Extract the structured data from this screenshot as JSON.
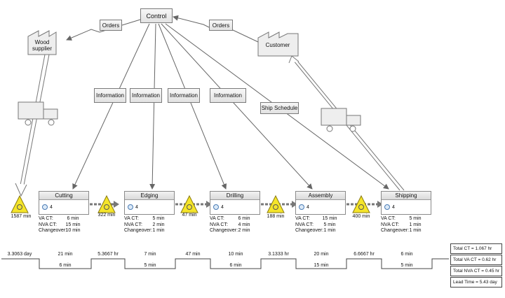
{
  "control": "Control",
  "supplier": "Wood supplier",
  "customer": "Customer",
  "orders": [
    "Orders",
    "Orders"
  ],
  "information": [
    "Information",
    "Information",
    "Information",
    "Information"
  ],
  "ship_schedule": "Ship Schedule",
  "processes": [
    {
      "name": "Cutting",
      "operators": "4",
      "va_label": "VA CT:",
      "va": "6 min",
      "nva_label": "NVA CT:",
      "nva": "15 min",
      "co_label": "Changeover:",
      "co": "10 min"
    },
    {
      "name": "Edging",
      "operators": "4",
      "va_label": "VA CT:",
      "va": "5 min",
      "nva_label": "NVA CT:",
      "nva": "2 min",
      "co_label": "Changeover:",
      "co": "1 min"
    },
    {
      "name": "Drilling",
      "operators": "4",
      "va_label": "VA CT:",
      "va": "6 min",
      "nva_label": "NVA CT:",
      "nva": "4 min",
      "co_label": "Changeover:",
      "co": "2 min"
    },
    {
      "name": "Assembly",
      "operators": "4",
      "va_label": "VA CT:",
      "va": "15 min",
      "nva_label": "NVA CT:",
      "nva": "5 min",
      "co_label": "Changeover:",
      "co": "1 min"
    },
    {
      "name": "Shipping",
      "operators": "4",
      "va_label": "VA CT:",
      "va": "5 min",
      "nva_label": "NVA CT:",
      "nva": "1 min",
      "co_label": "Changeover:",
      "co": "1 min"
    }
  ],
  "inventory": [
    "1587 min",
    "322 min",
    "47 min",
    "188 min",
    "400 min"
  ],
  "timeline_upper": [
    "3.3063 day",
    "21 min",
    "5.3667 hr",
    "7 min",
    "47 min",
    "10 min",
    "3.1333 hr",
    "20 min",
    "6.6667 hr",
    "6 min"
  ],
  "timeline_lower": [
    "6 min",
    "5 min",
    "6 min",
    "15 min",
    "5 min"
  ],
  "totals": [
    "Total CT = 1.067 hr",
    "Total VA CT = 0.62 hr",
    "Total NVA CT = 0.45 hr",
    "Lead Time = 5.43 day"
  ],
  "colors": {
    "inventory": "#f5e52a",
    "arrow": "#666666",
    "push": "#777777"
  }
}
